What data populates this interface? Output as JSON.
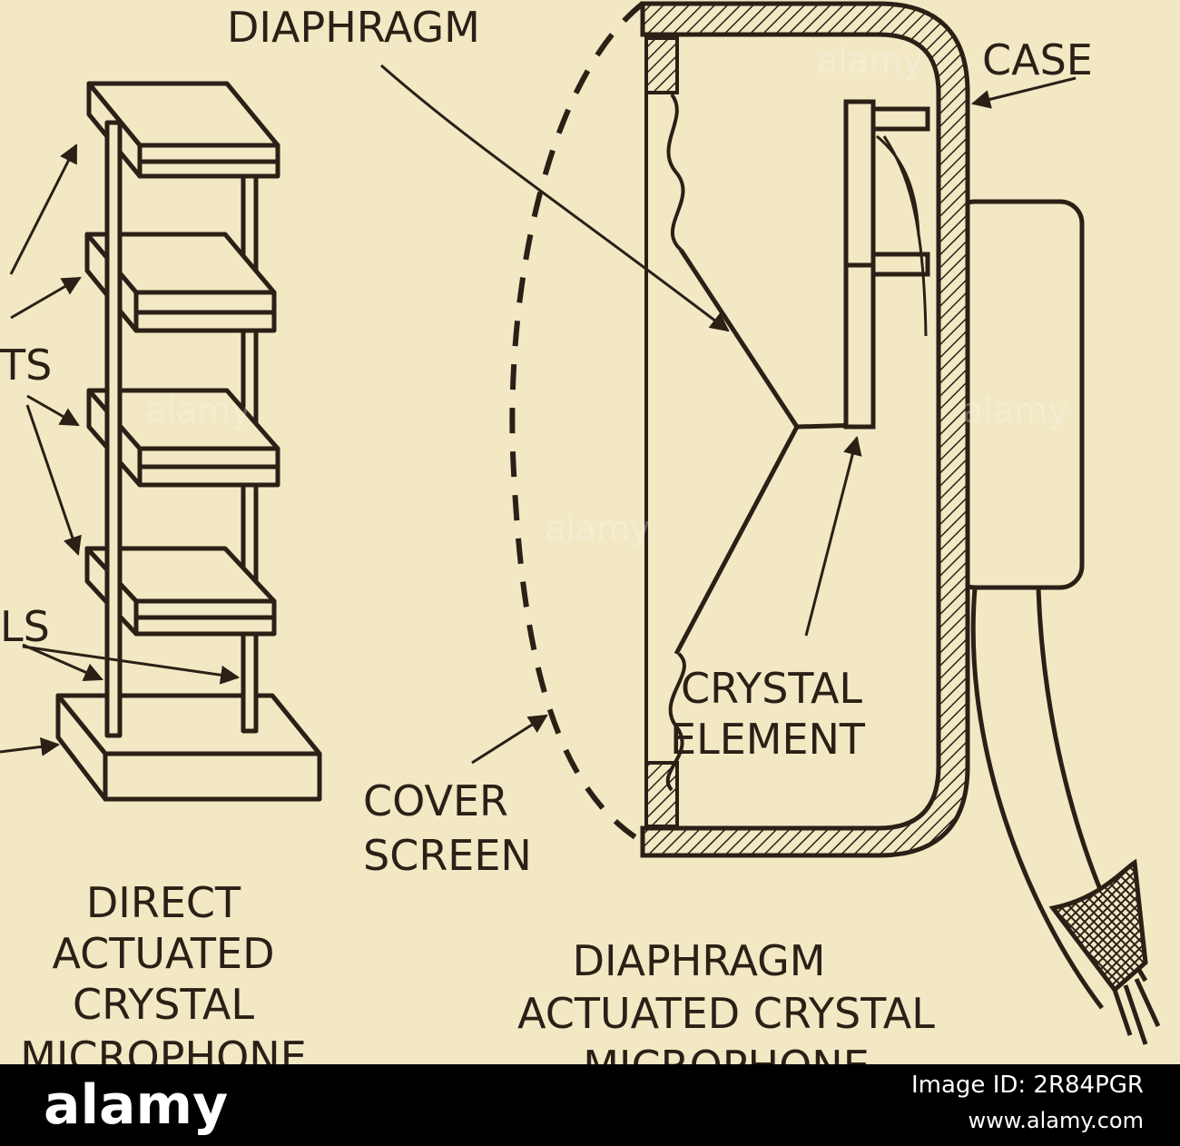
{
  "labels": {
    "diaphragm_top": "DIAPHRAGM",
    "case": "CASE",
    "ts": "TS",
    "ls": "LS",
    "crystal": "CRYSTAL",
    "element": "ELEMENT",
    "cover": "COVER",
    "screen": "SCREEN"
  },
  "captions": {
    "left": [
      "DIRECT",
      "ACTUATED",
      "CRYSTAL",
      "MICROPHONE"
    ],
    "right": [
      "DIAPHRAGM",
      "ACTUATED CRYSTAL",
      "MICROPHONE"
    ]
  },
  "watermark": {
    "text": "alamy"
  },
  "footer": {
    "brand": "alamy",
    "image_id": "Image ID: 2R84PGR",
    "url": "www.alamy.com"
  },
  "colors": {
    "paper": "#f2e8c4",
    "ink": "#2a2016",
    "footer_bg": "#000000"
  }
}
